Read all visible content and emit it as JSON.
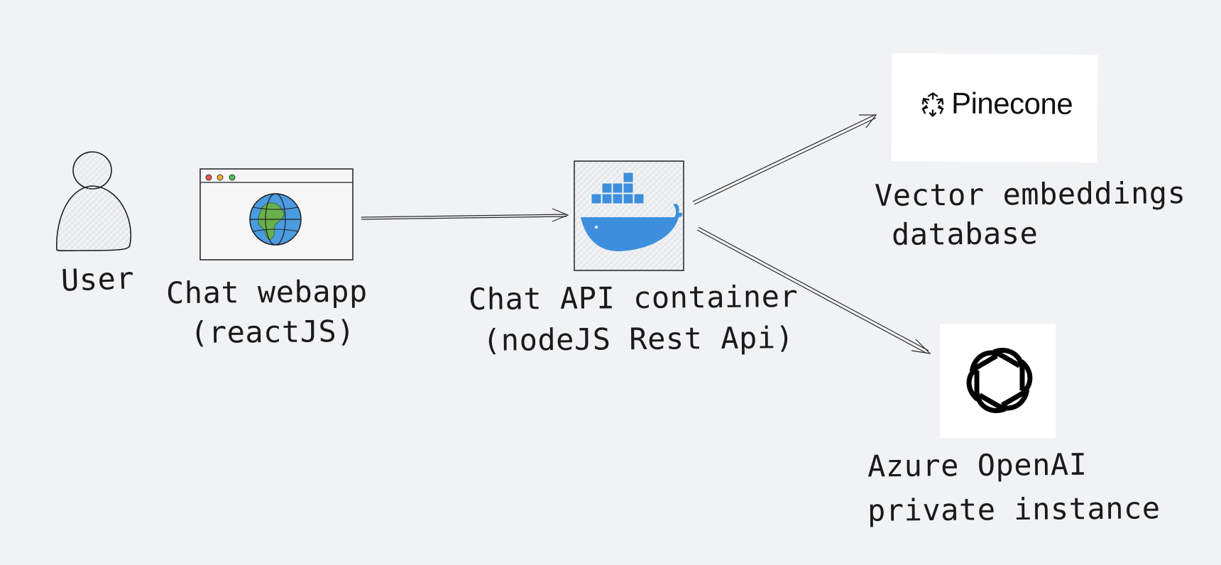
{
  "nodes": {
    "user": {
      "label": "User"
    },
    "webapp": {
      "label_line1": "Chat webapp",
      "label_line2": "(reactJS)"
    },
    "api": {
      "label_line1": "Chat API container",
      "label_line2": "(nodeJS Rest Api)"
    },
    "pinecone": {
      "logo_text": "Pinecone",
      "label_line1": "Vector embeddings",
      "label_line2": "database"
    },
    "openai": {
      "label_line1": "Azure OpenAI",
      "label_line2": "private instance"
    }
  },
  "edges": [
    {
      "from": "webapp",
      "to": "api"
    },
    {
      "from": "api",
      "to": "pinecone"
    },
    {
      "from": "api",
      "to": "openai"
    }
  ],
  "colors": {
    "background": "#f1f2f4",
    "stroke": "#1e1e1e",
    "docker_blue": "#3d8fde",
    "globe_blue": "#4a9be0",
    "globe_green": "#6ab04c",
    "dot_red": "#e8554a",
    "dot_yellow": "#f2b134",
    "dot_green": "#4dbd5c"
  },
  "icons": [
    "user-icon",
    "browser-window-icon",
    "globe-icon",
    "docker-whale-icon",
    "pinecone-logo-icon",
    "openai-logo-icon"
  ]
}
